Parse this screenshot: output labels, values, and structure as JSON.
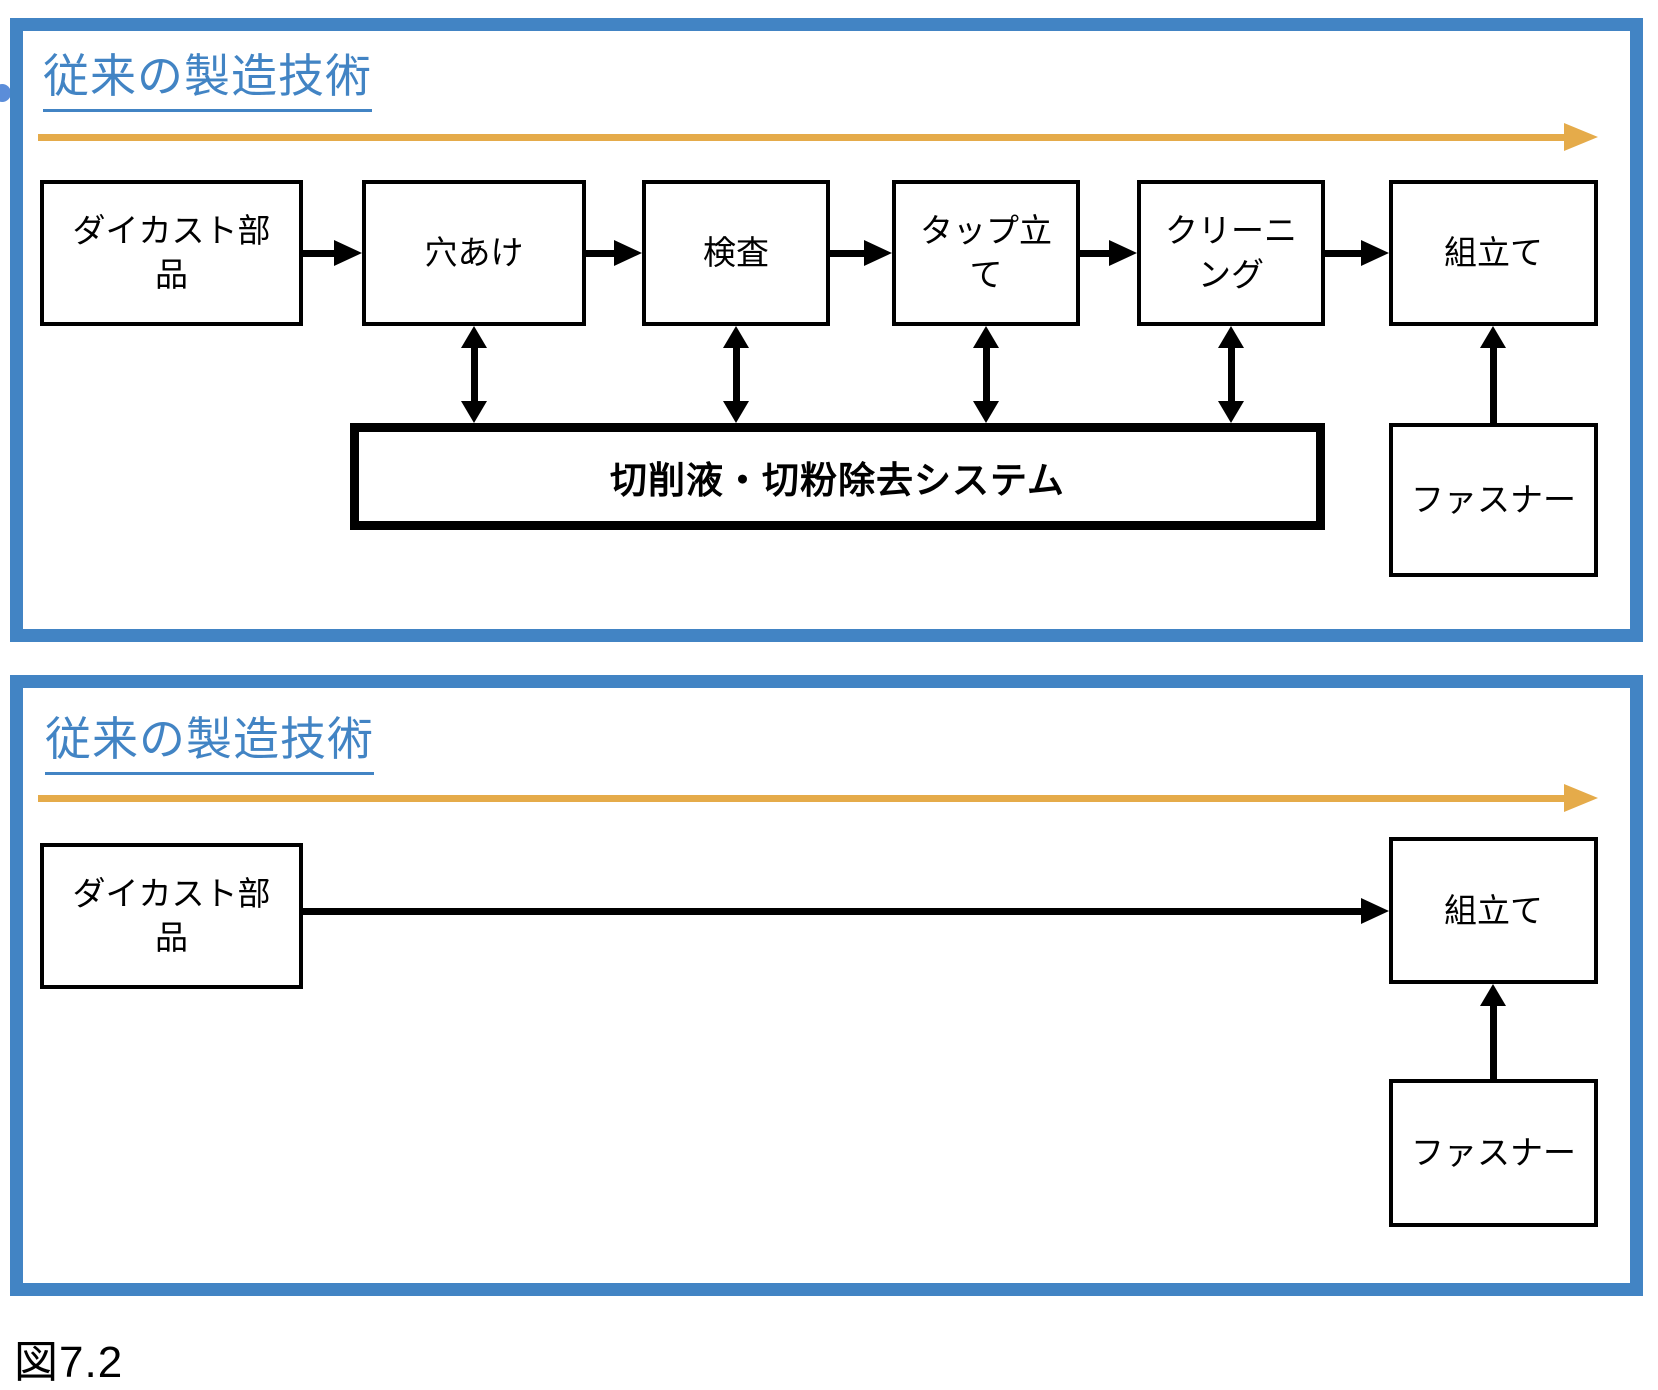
{
  "figure_caption": "図7.2",
  "colors": {
    "panel_border_blue": "#4284c4",
    "title_blue": "#4284c4",
    "flow_arrow_orange": "#e5ab4a",
    "diagram_black": "#000000"
  },
  "panels": [
    {
      "title": "従来の製造技術",
      "flow": [
        "ダイカスト部品",
        "穴あけ",
        "検査",
        "タップ立て",
        "クリーニング",
        "組立て"
      ],
      "system_box": "切削液・切粉除去システム",
      "fastener_box": "ファスナー"
    },
    {
      "title": "従来の製造技術",
      "flow": [
        "ダイカスト部品",
        "組立て"
      ],
      "fastener_box": "ファスナー"
    }
  ]
}
